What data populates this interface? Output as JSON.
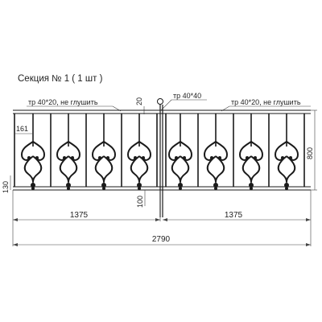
{
  "title": "Секция № 1 ( 1 шт )",
  "labels": {
    "top_left": "тр 40*20, не глушить",
    "top_center": "тр 40*40",
    "top_right": "тр 40*20, не глушить",
    "dim_161": "161",
    "dim_20": "20",
    "dim_130": "130",
    "dim_100": "100",
    "dim_800": "800",
    "dim_1375_left": "1375",
    "dim_1375_right": "1375",
    "dim_2790": "2790"
  },
  "colors": {
    "ink": "#1a1a1a",
    "dimension": "#444444"
  },
  "icons": {
    "ornament": "scroll-ornament-icon",
    "post_cap": "ball-cap-icon"
  }
}
